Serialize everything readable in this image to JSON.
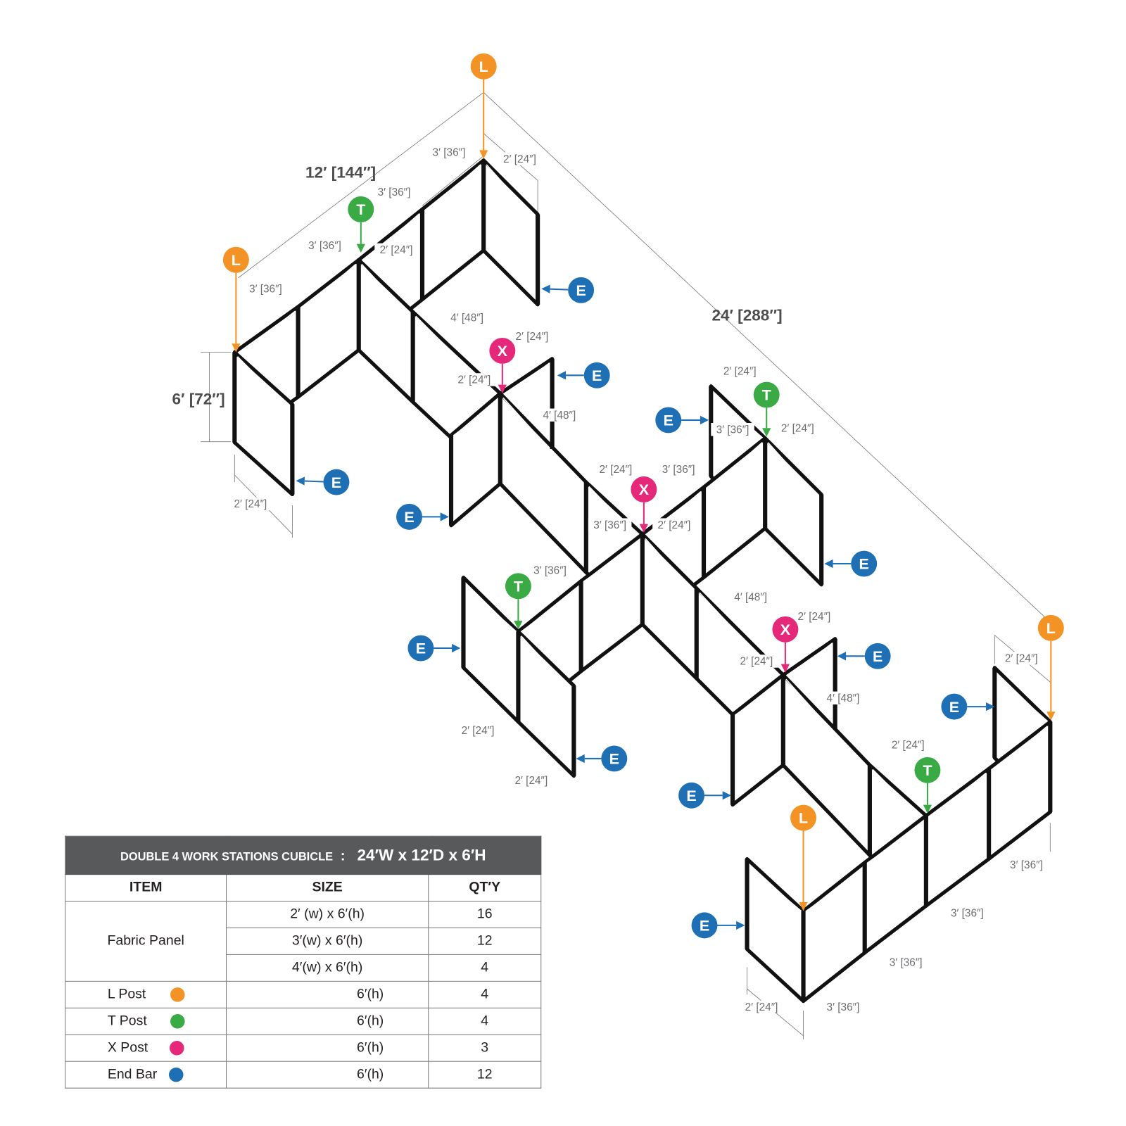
{
  "colors": {
    "l_post": "#f39325",
    "t_post": "#3aaa45",
    "x_post": "#e6287a",
    "end_bar": "#1f6fb5",
    "header": "#58595b"
  },
  "badges": {
    "L": "L",
    "T": "T",
    "X": "X",
    "E": "E"
  },
  "overall": {
    "depth": "12′ [144″]",
    "width": "24′ [288″]",
    "height": "6′ [72″]"
  },
  "dimensions": [
    "3′ [36″]",
    "2′ [24″]",
    "3′ [36″]",
    "3′ [36″]",
    "2′ [24″]",
    "3′ [36″]",
    "4′ [48″]",
    "2′ [24″]",
    "2′ [24″]",
    "4′ [48″]",
    "2′ [24″]",
    "2′ [24″]",
    "3′ [36″]",
    "2′ [24″]",
    "2′ [24″]",
    "3′ [36″]",
    "3′ [36″]",
    "2′ [24″]",
    "3′ [36″]",
    "4′ [48″]",
    "2′ [24″]",
    "2′ [24″]",
    "4′ [48″]",
    "2′ [24″]",
    "2′ [24″]",
    "2′ [24″]",
    "2′ [24″]",
    "3′ [36″]",
    "3′ [36″]",
    "3′ [36″]",
    "3′ [36″]",
    "2′ [24″]"
  ],
  "table": {
    "title": "DOUBLE 4 WORK STATIONS  CUBICLE",
    "separator": ":",
    "title_dims": "24′W x 12′D x 6′H",
    "headers": [
      "ITEM",
      "SIZE",
      "QT′Y"
    ],
    "fabric_panel": {
      "label": "Fabric Panel",
      "rows": [
        {
          "size": "2′ (w) x 6′(h)",
          "qty": "16"
        },
        {
          "size": "3′(w) x 6′(h)",
          "qty": "12"
        },
        {
          "size": "4′(w) x 6′(h)",
          "qty": "4"
        }
      ]
    },
    "posts": [
      {
        "item": "L Post",
        "size": "6′(h)",
        "qty": "4",
        "color": "#f39325"
      },
      {
        "item": "T Post",
        "size": "6′(h)",
        "qty": "4",
        "color": "#3aaa45"
      },
      {
        "item": "X Post",
        "size": "6′(h)",
        "qty": "3",
        "color": "#e6287a"
      },
      {
        "item": "End Bar",
        "size": "6′(h)",
        "qty": "12",
        "color": "#1f6fb5"
      }
    ]
  }
}
